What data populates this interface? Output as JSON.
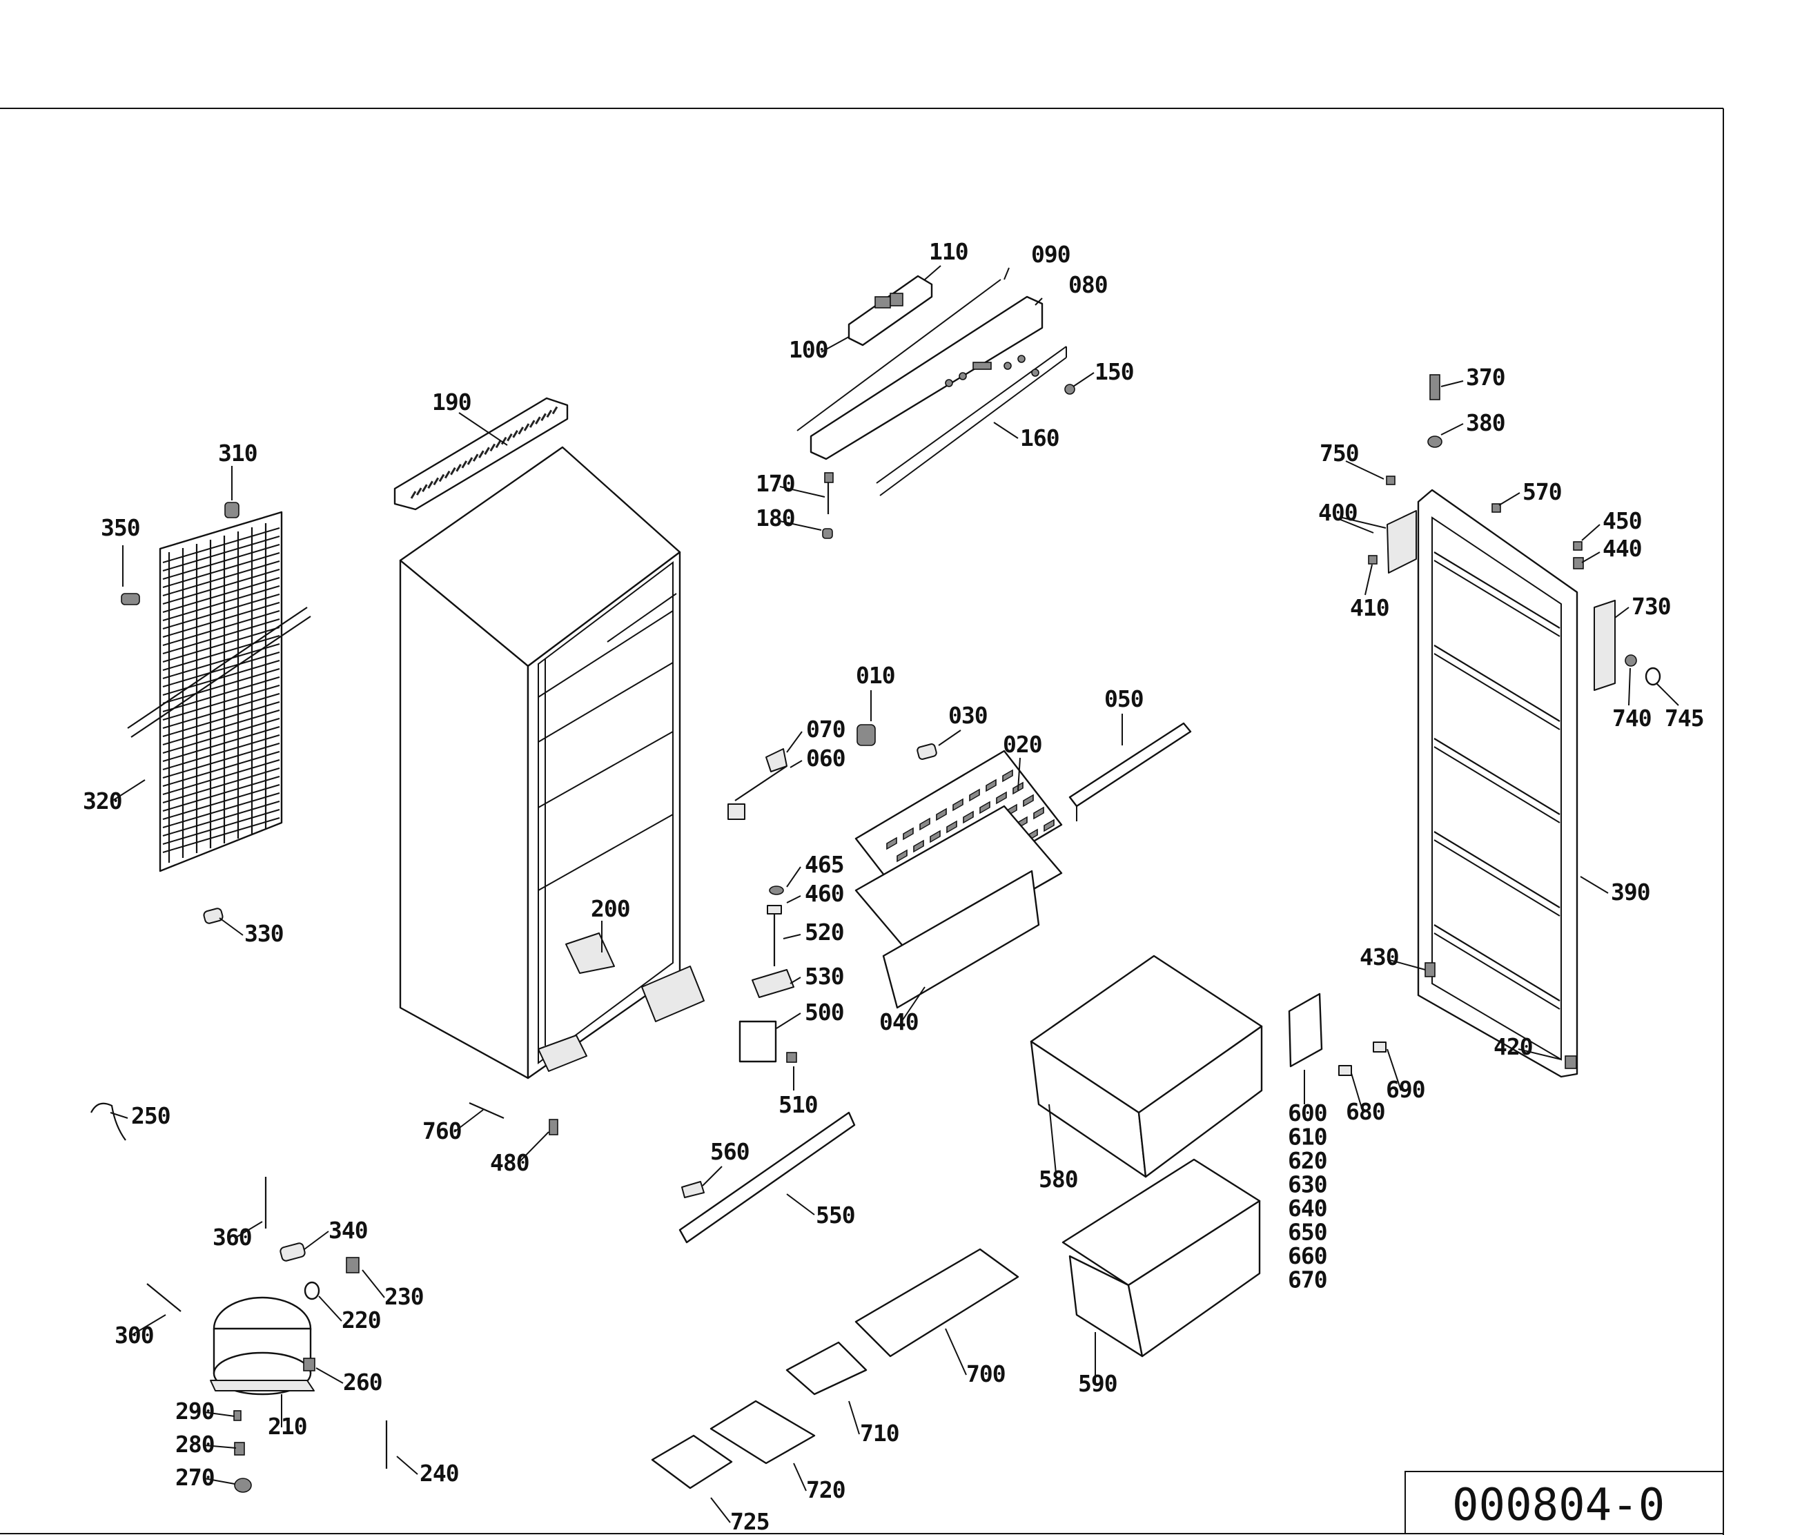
{
  "labels": {
    "l110": "110",
    "l090": "090",
    "l080": "080",
    "l100": "100",
    "l150": "150",
    "l160": "160",
    "l170": "170",
    "l180": "180",
    "l190": "190",
    "l310": "310",
    "l350": "350",
    "l320": "320",
    "l330": "330",
    "l370": "370",
    "l380": "380",
    "l750": "750",
    "l570": "570",
    "l400": "400",
    "l450": "450",
    "l440": "440",
    "l410": "410",
    "l730": "730",
    "l740": "740",
    "l745": "745",
    "l390": "390",
    "l430": "430",
    "l420": "420",
    "l010": "010",
    "l030": "030",
    "l050": "050",
    "l070": "070",
    "l060": "060",
    "l020": "020",
    "l465": "465",
    "l460": "460",
    "l520": "520",
    "l530": "530",
    "l500": "500",
    "l040": "040",
    "l510": "510",
    "l200": "200",
    "l760": "760",
    "l480": "480",
    "l250": "250",
    "l560": "560",
    "l550": "550",
    "l580": "580",
    "l590": "590",
    "l700": "700",
    "l710": "710",
    "l720": "720",
    "l725": "725",
    "l680": "680",
    "l690": "690",
    "l360": "360",
    "l340": "340",
    "l230": "230",
    "l220": "220",
    "l300": "300",
    "l260": "260",
    "l210": "210",
    "l290": "290",
    "l280": "280",
    "l270": "270",
    "l240": "240"
  },
  "group_labels": [
    "600",
    "610",
    "620",
    "630",
    "640",
    "650",
    "660",
    "670"
  ],
  "doc_number": "000804-0"
}
